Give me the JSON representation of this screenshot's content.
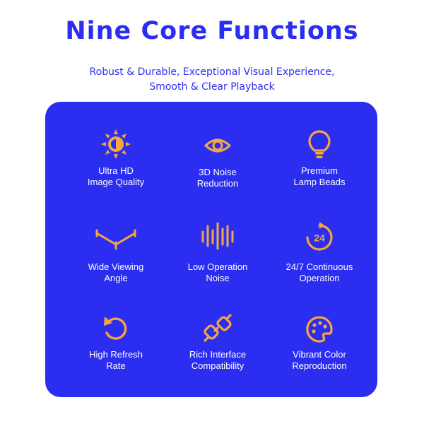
{
  "header": {
    "title": "Nine Core Functions",
    "subtitle_line1": "Robust & Durable, Exceptional Visual Experience,",
    "subtitle_line2": "Smooth & Clear Playback"
  },
  "colors": {
    "brand_blue": "#2b2ef0",
    "icon_orange": "#f4a640",
    "text_white": "#ffffff"
  },
  "features": [
    {
      "icon": "sun-icon",
      "line1": "Ultra HD",
      "line2": "Image Quality"
    },
    {
      "icon": "eye-icon",
      "line1": "3D Noise",
      "line2": "Reduction"
    },
    {
      "icon": "lightbulb-icon",
      "line1": "Premium",
      "line2": "Lamp Beads"
    },
    {
      "icon": "wide-angle-icon",
      "line1": "Wide Viewing",
      "line2": "Angle"
    },
    {
      "icon": "sound-wave-icon",
      "line1": "Low Operation",
      "line2": "Noise"
    },
    {
      "icon": "clock-24-icon",
      "line1": "24/7 Continuous",
      "line2": "Operation",
      "badge": "24"
    },
    {
      "icon": "refresh-icon",
      "line1": "High Refresh",
      "line2": "Rate"
    },
    {
      "icon": "plug-connector-icon",
      "line1": "Rich Interface",
      "line2": "Compatibility"
    },
    {
      "icon": "color-palette-icon",
      "line1": "Vibrant Color",
      "line2": "Reproduction"
    }
  ]
}
